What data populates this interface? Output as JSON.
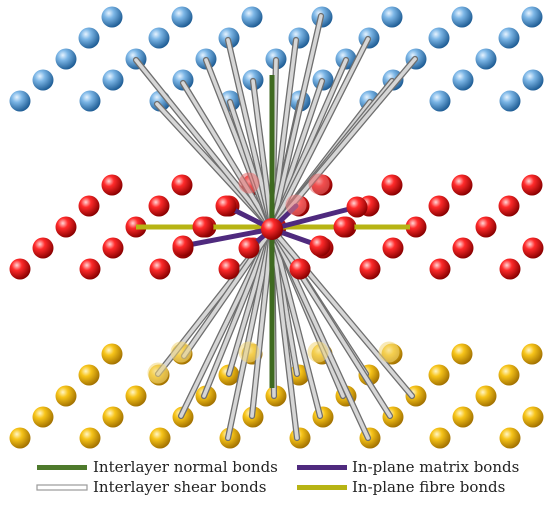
{
  "legend": {
    "normal_label": "Interlayer normal bonds",
    "shear_label": "Interlayer shear bonds",
    "matrix_label": "In-plane matrix bonds",
    "fibre_label": "In-plane fibre bonds"
  },
  "colors": {
    "top_layer": "#4f95cf",
    "middle_layer": "#e0000e",
    "bottom_layer": "#f0b500",
    "normal_bond": "#4e7a2c",
    "shear_bond": "#b7b7b7",
    "matrix_bond": "#4f2a7e",
    "fibre_bond": "#b7b414"
  }
}
